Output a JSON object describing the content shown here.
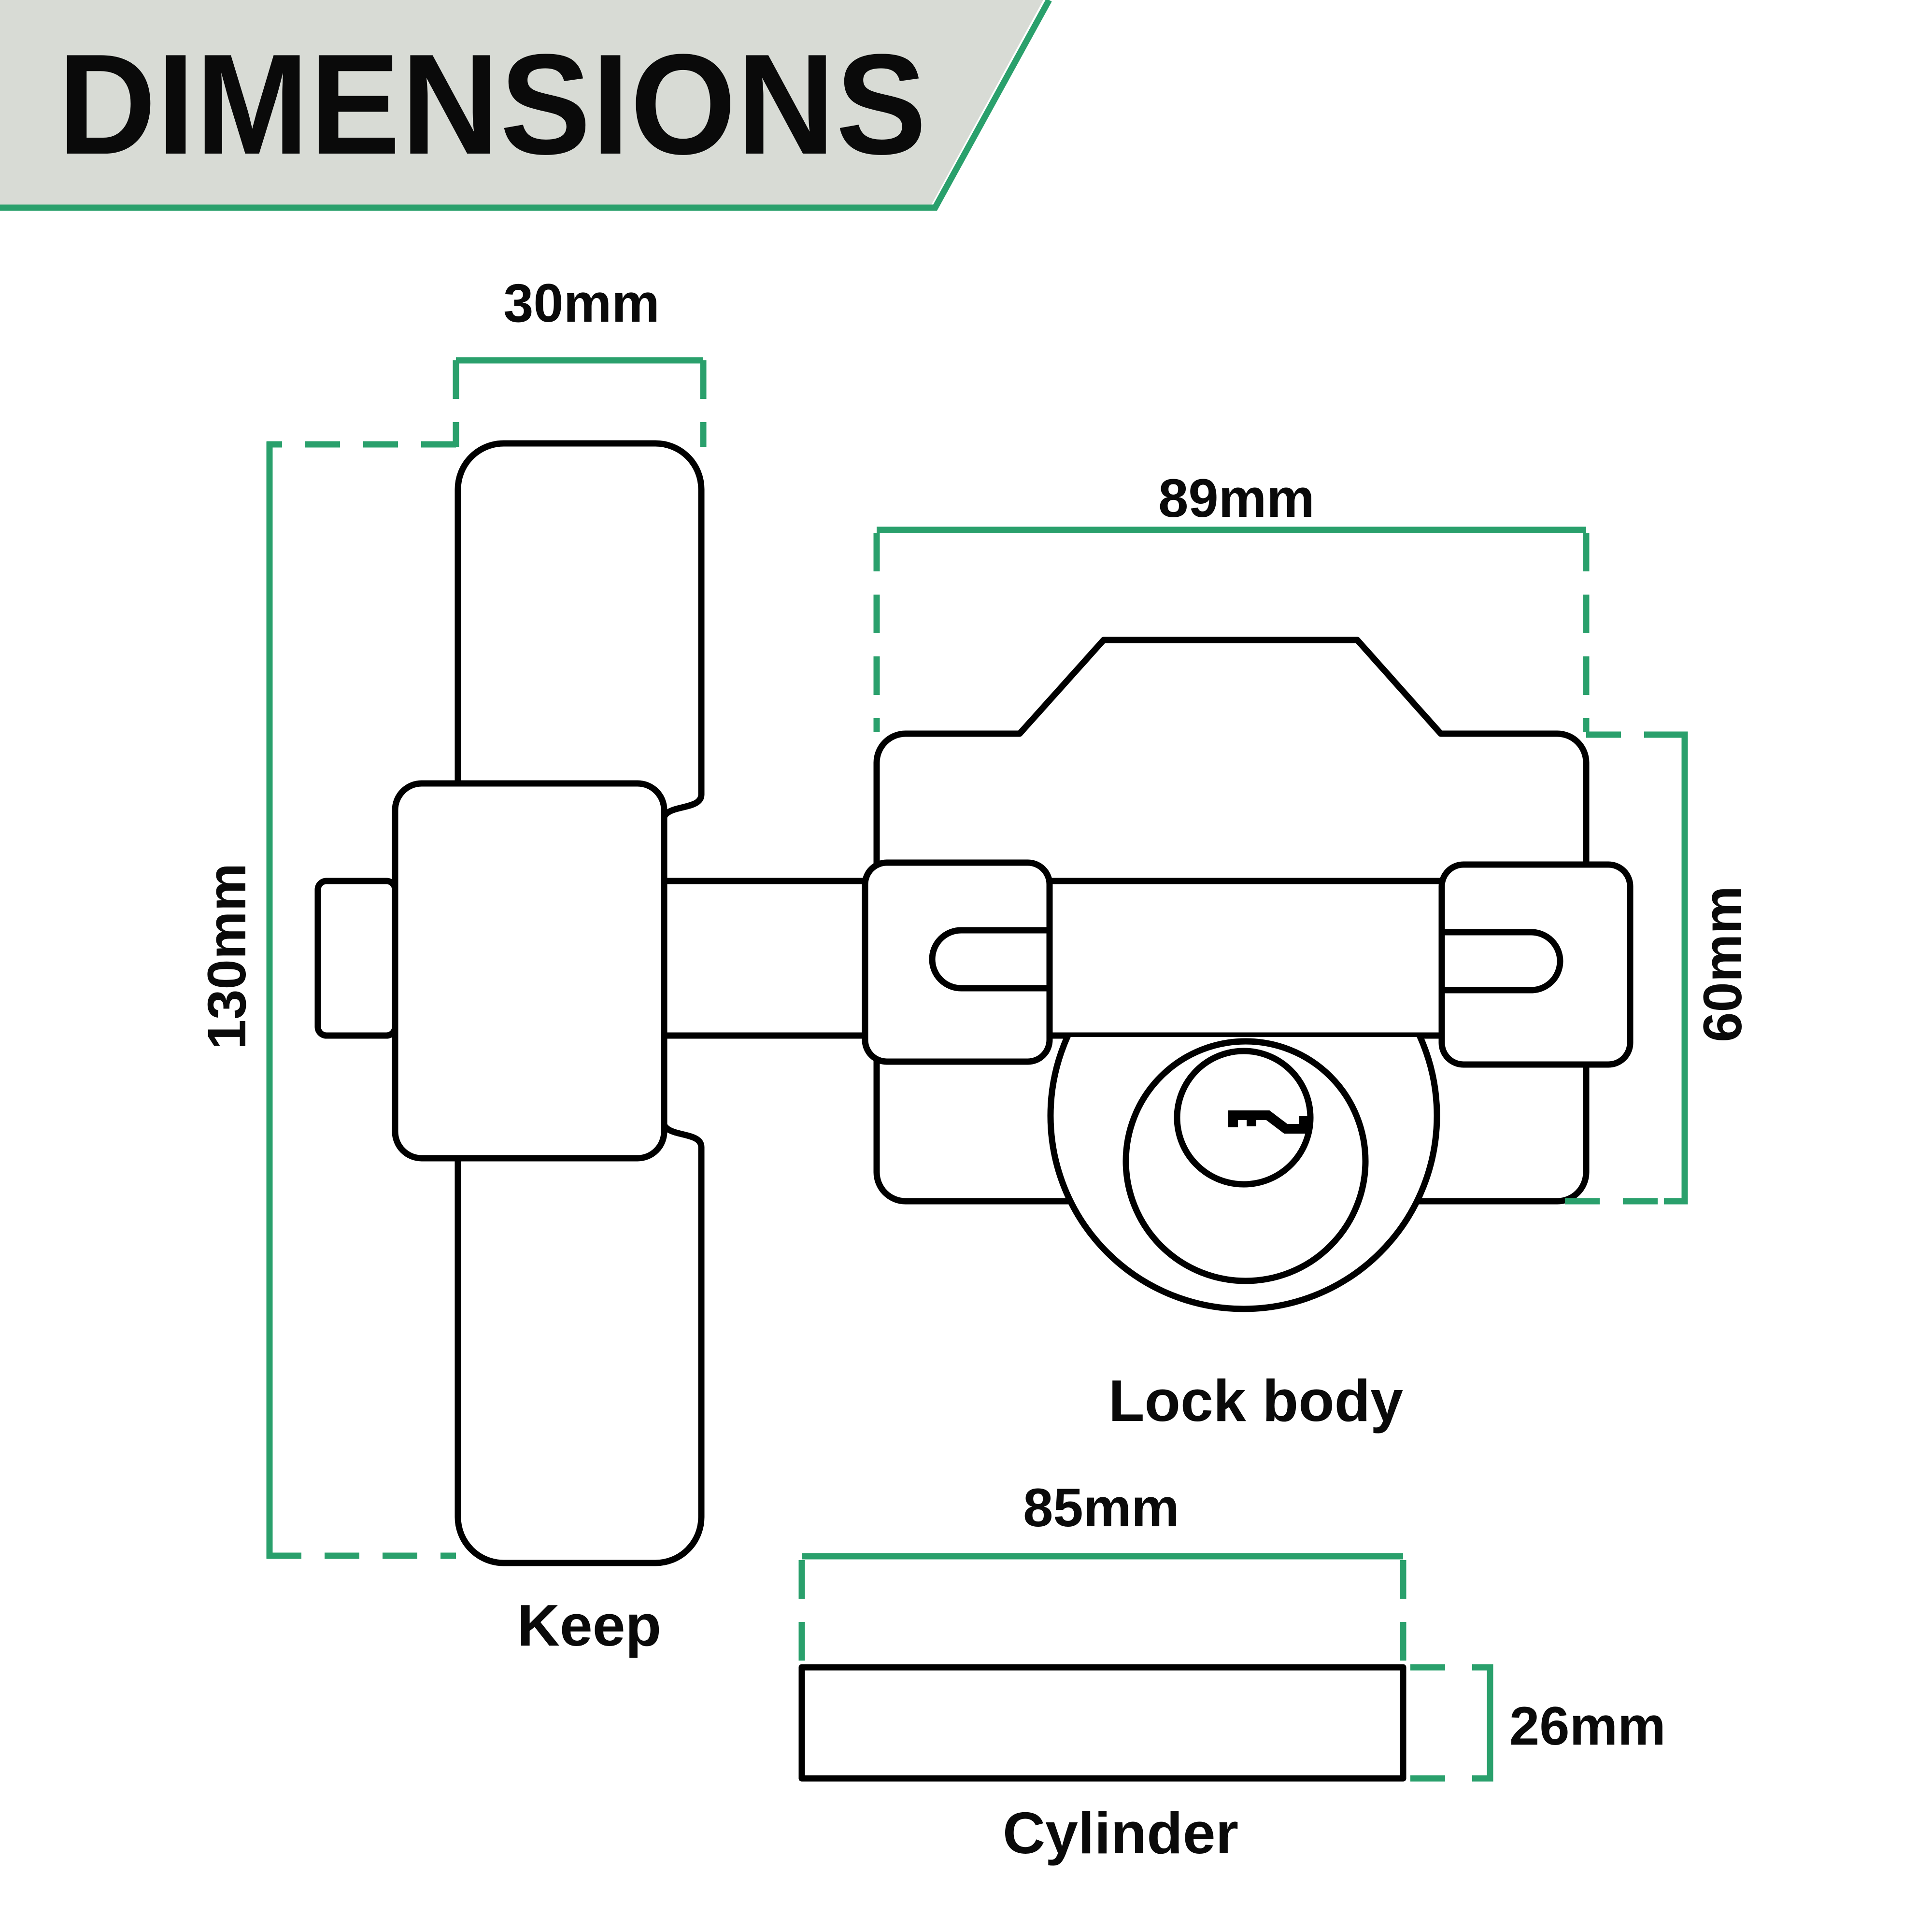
{
  "header": {
    "title": "DIMENSIONS"
  },
  "colors": {
    "accent_green": "#2aa06c",
    "header_bg": "#d8dbd5",
    "line_black": "#000000",
    "text_black": "#0a0a0a"
  },
  "keep": {
    "label": "Keep",
    "width_label": "30mm",
    "height_label": "130mm"
  },
  "lock_body": {
    "label": "Lock body",
    "width_label": "89mm",
    "height_label": "60mm"
  },
  "cylinder": {
    "label": "Cylinder",
    "width_label": "85mm",
    "height_label": "26mm"
  }
}
